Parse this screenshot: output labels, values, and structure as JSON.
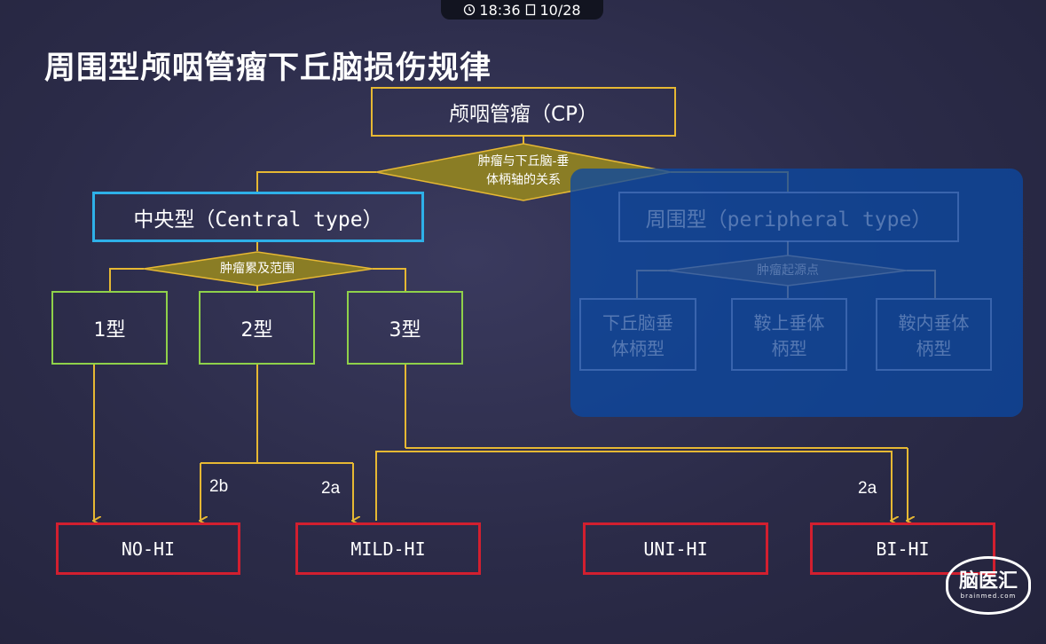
{
  "status_bar": {
    "time": "18:36",
    "page": "10/28"
  },
  "title": "周围型颅咽管瘤下丘脑损伤规律",
  "colors": {
    "yellow": "#e6b833",
    "blue": "#2eb0e8",
    "green": "#8fd14a",
    "red": "#d21f2f"
  },
  "root": {
    "label": "颅咽管瘤（CP）"
  },
  "decision_top": {
    "line1": "肿瘤与下丘脑-垂",
    "line2": "体柄轴的关系"
  },
  "central": {
    "label": "中央型（Central type）",
    "decision": "肿瘤累及范围",
    "types": [
      "1型",
      "2型",
      "3型"
    ]
  },
  "peripheral": {
    "label": "周围型（peripheral type）",
    "decision": "肿瘤起源点",
    "types": [
      {
        "line1": "下丘脑垂",
        "line2": "体柄型"
      },
      {
        "line1": "鞍上垂体",
        "line2": "柄型"
      },
      {
        "line1": "鞍内垂体",
        "line2": "柄型"
      }
    ]
  },
  "edge_labels": {
    "nohi": "2b",
    "mild": "2a",
    "bi": "2a"
  },
  "outcomes": [
    "NO-HI",
    "MILD-HI",
    "UNI-HI",
    "BI-HI"
  ],
  "watermark": {
    "main": "脑医汇",
    "sub": "brainmed.com"
  }
}
